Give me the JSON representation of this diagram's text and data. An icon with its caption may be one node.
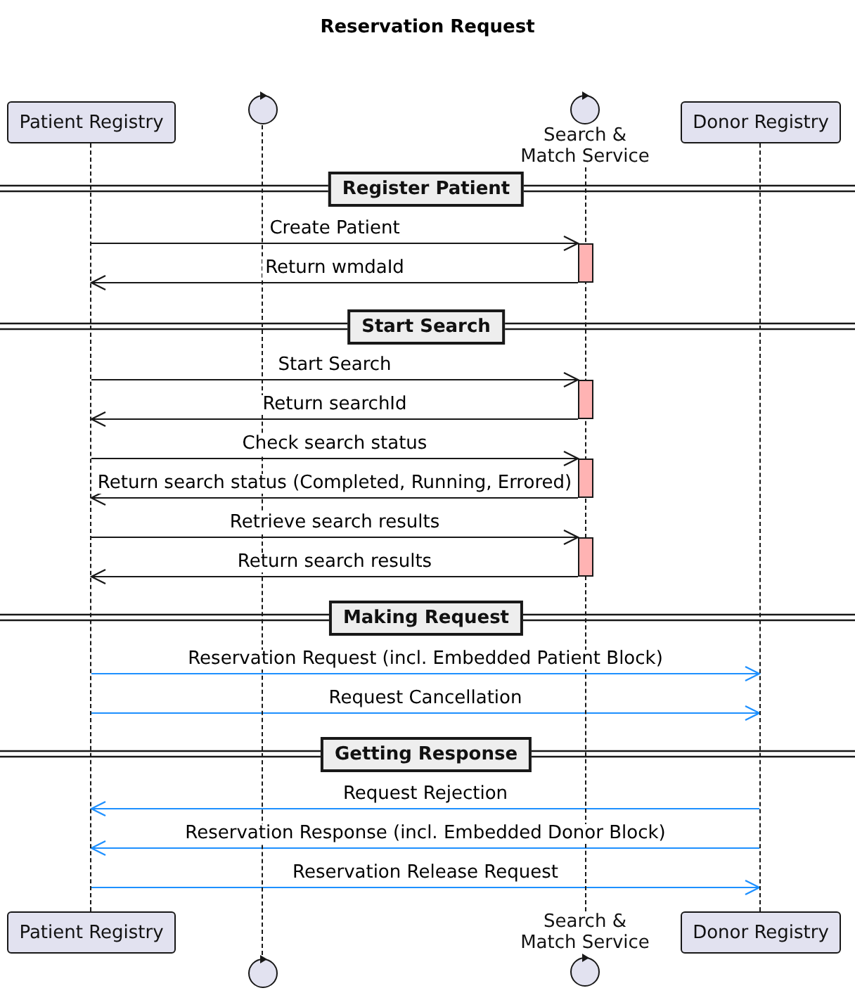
{
  "diagram": {
    "title": "Reservation Request",
    "nodes": [
      {
        "text": [
          "Patient Registry"
        ]
      },
      {
        "text": [],
        "shape": "circle"
      },
      {
        "text": [
          "Search & Match Service"
        ]
      },
      {
        "text": [
          "Donor Registry"
        ]
      },
      {
        "text": [
          "Patient Registry"
        ]
      },
      {
        "text": [],
        "shape": "circle"
      },
      {
        "text": [
          "Search & Match Service"
        ]
      },
      {
        "text": [
          "Donor Registry"
        ]
      },
      {
        "text": [
          "Register Patient"
        ]
      },
      {
        "text": [
          "Start Search"
        ]
      },
      {
        "text": [
          "Making Request"
        ]
      },
      {
        "text": [
          "Getting Response"
        ]
      },
      {
        "text": [],
        "shape": "bar"
      },
      {
        "text": [],
        "shape": "bar"
      },
      {
        "text": [],
        "shape": "bar"
      },
      {
        "text": [],
        "shape": "bar"
      },
      {
        "text": [],
        "shape": "line"
      },
      {
        "text": [],
        "shape": "line"
      },
      {
        "text": [],
        "shape": "line"
      },
      {
        "text": [],
        "shape": "line"
      }
    ],
    "edges": [
      {
        "from": 16,
        "to": 12,
        "arrow": "to",
        "label": "Create Patient"
      },
      {
        "from": 12,
        "to": 16,
        "arrow": "to",
        "label": "Return wmdaId"
      },
      {
        "from": 16,
        "to": 13,
        "arrow": "to",
        "label": "Start Search"
      },
      {
        "from": 13,
        "to": 16,
        "arrow": "to",
        "label": "Return searchId"
      },
      {
        "from": 16,
        "to": 14,
        "arrow": "to",
        "label": "Check search status"
      },
      {
        "from": 14,
        "to": 16,
        "arrow": "to",
        "label": "Return search status (Completed, Running, Errored)"
      },
      {
        "from": 16,
        "to": 15,
        "arrow": "to",
        "label": "Retrieve search results"
      },
      {
        "from": 15,
        "to": 16,
        "arrow": "to",
        "label": "Return search results"
      },
      {
        "from": 16,
        "to": 19,
        "arrow": "to",
        "label": "Reservation Request (incl. Embedded Patient Block)",
        "color": "#1e90ff"
      },
      {
        "from": 16,
        "to": 19,
        "arrow": "to",
        "label": "Request Cancellation",
        "color": "#1e90ff"
      },
      {
        "from": 19,
        "to": 16,
        "arrow": "to",
        "label": "Request Rejection",
        "color": "#1e90ff"
      },
      {
        "from": 19,
        "to": 16,
        "arrow": "to",
        "label": "Reservation Response (incl. Embedded Donor Block)",
        "color": "#1e90ff"
      },
      {
        "from": 16,
        "to": 19,
        "arrow": "to",
        "label": "Reservation Release Request",
        "color": "#1e90ff"
      }
    ]
  }
}
